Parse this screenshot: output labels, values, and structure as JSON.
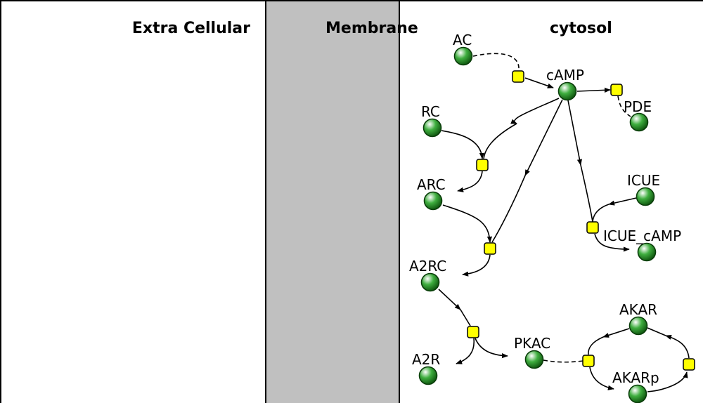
{
  "compartments": {
    "extracellular": "Extra Cellular",
    "membrane": "Membrane",
    "cytosol": "cytosol"
  },
  "colors": {
    "membrane_fill": "#c0c0c0",
    "reaction_fill": "#ffff00",
    "species_green": "#2e9a2e",
    "edge": "#000000"
  },
  "species": {
    "AC": "AC",
    "cAMP": "cAMP",
    "PDE": "PDE",
    "RC": "RC",
    "ARC": "ARC",
    "A2RC": "A2RC",
    "A2R": "A2R",
    "PKAC": "PKAC",
    "ICUE": "ICUE",
    "ICUE_cAMP": "ICUE_cAMP",
    "AKAR": "AKAR",
    "AKARp": "AKARp"
  }
}
